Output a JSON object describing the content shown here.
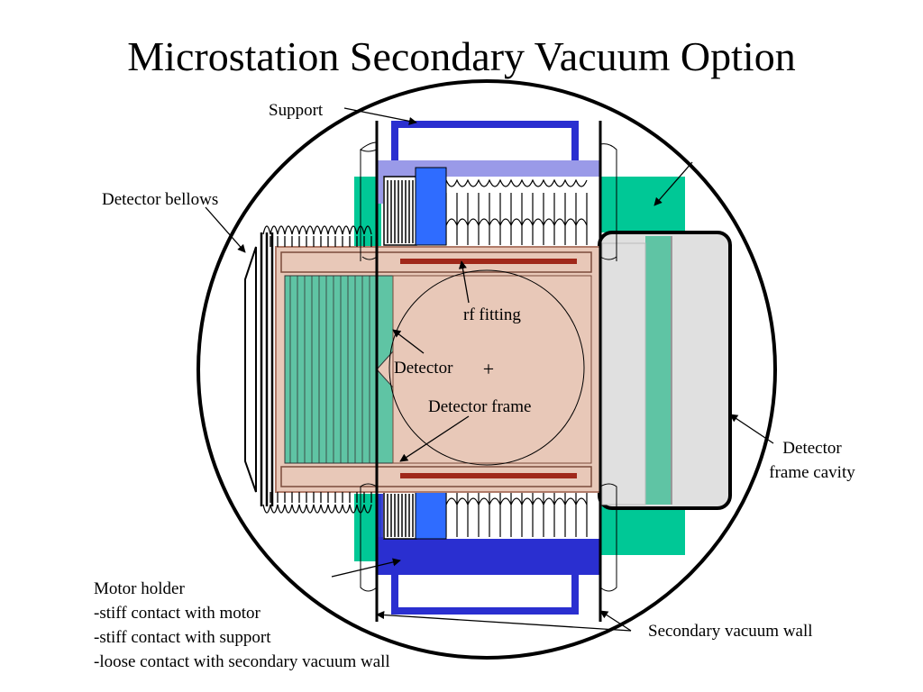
{
  "title": "Microstation Secondary Vacuum Option",
  "labels": {
    "support": "Support",
    "detector_bellows": "Detector bellows",
    "rf_fitting": "rf fitting",
    "detector": "Detector",
    "plus": "+",
    "detector_frame": "Detector frame",
    "detector_frame_cavity_1": "Detector",
    "detector_frame_cavity_2": "frame cavity",
    "secondary_vacuum_wall": "Secondary vacuum wall",
    "motor_holder": [
      "Motor holder",
      "-stiff contact with motor",
      "-stiff contact with support",
      "-loose contact with secondary vacuum wall"
    ]
  },
  "colors": {
    "support_blue": "#2a2fd0",
    "light_blue": "#9a9ae8",
    "motor_blue": "#2f6cff",
    "green": "#00c896",
    "teal": "#5fc4a4",
    "frame_fill": "#e8c8b8",
    "frame_stroke": "#b07a68",
    "rail": "#a0281a",
    "cavity_grey": "#e0e0e0"
  }
}
